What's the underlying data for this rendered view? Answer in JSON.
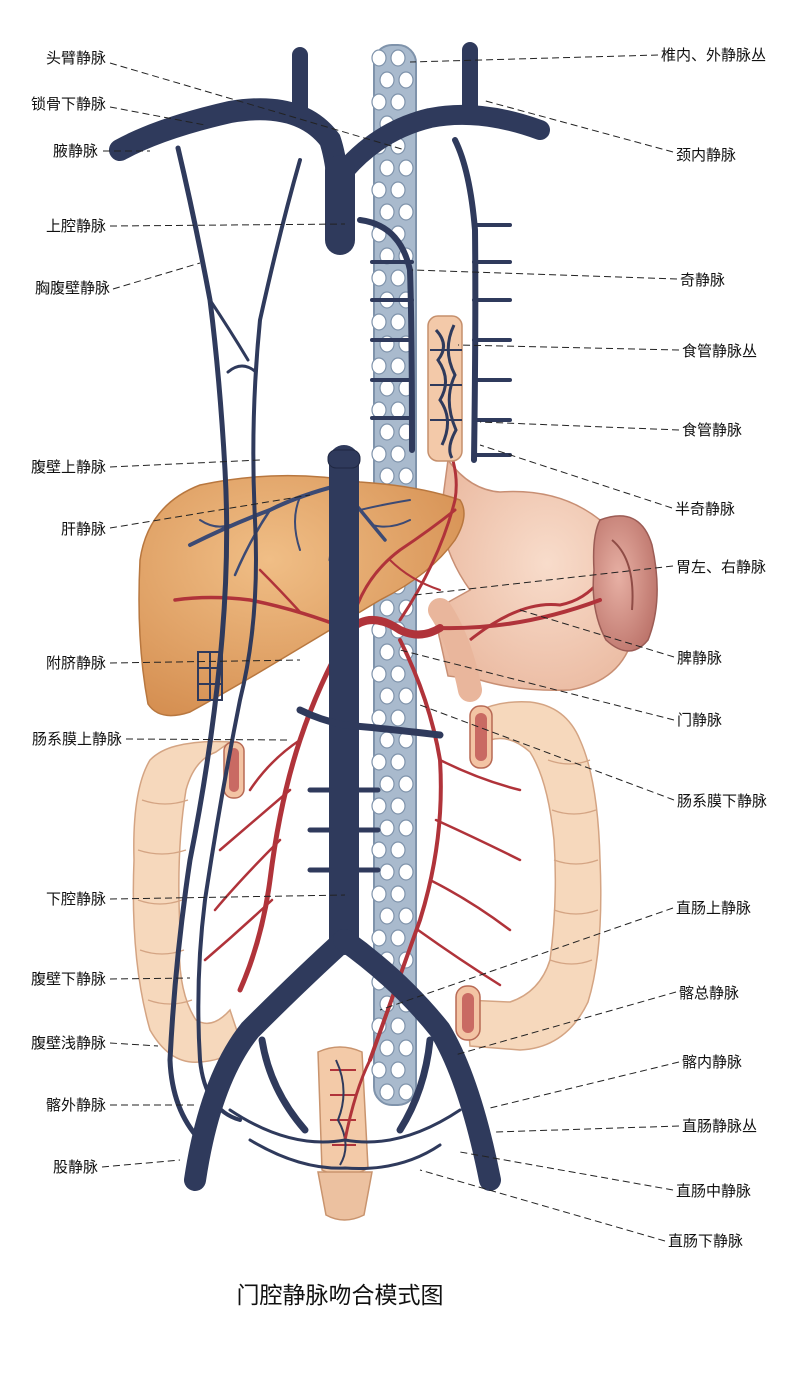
{
  "title": "门腔静脉吻合模式图",
  "colors": {
    "vein": "#2f3a5c",
    "vein_highlight": "#55638a",
    "portal": "#b0333a",
    "spine": "#9fb1c6",
    "liver": "#e2a468",
    "stomach": "#f1c7b0",
    "intestine": "#f6d8bc",
    "spleen": "#cf8b80"
  },
  "labels_left": [
    "头臂静脉",
    "锁骨下静脉",
    "腋静脉",
    "上腔静脉",
    "胸腹壁静脉",
    "腹壁上静脉",
    "肝静脉",
    "附脐静脉",
    "肠系膜上静脉",
    "下腔静脉",
    "腹壁下静脉",
    "腹壁浅静脉",
    "髂外静脉",
    "股静脉"
  ],
  "labels_right": [
    "椎内、外静脉丛",
    "颈内静脉",
    "奇静脉",
    "食管静脉丛",
    "食管静脉",
    "半奇静脉",
    "胃左、右静脉",
    "脾静脉",
    "门静脉",
    "肠系膜下静脉",
    "直肠上静脉",
    "髂总静脉",
    "髂内静脉",
    "直肠静脉丛",
    "直肠中静脉",
    "直肠下静脉"
  ]
}
